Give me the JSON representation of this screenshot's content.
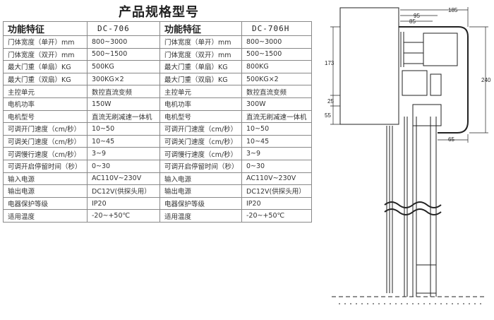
{
  "title": "产品规格型号",
  "headers": [
    "功能特征",
    "DC-706",
    "功能特征",
    "DC-706H"
  ],
  "rows": [
    [
      "门体宽度（单开）mm",
      "800~3000",
      "门体宽度（单开）mm",
      "800~3000"
    ],
    [
      "门体宽度（双开）mm",
      "500~1500",
      "门体宽度（双开）mm",
      "500~1500"
    ],
    [
      "最大门重（单扇）KG",
      "500KG",
      "最大门重（单扇）KG",
      "800KG"
    ],
    [
      "最大门重（双扇）KG",
      "300KG×2",
      "最大门重（双扇）KG",
      "500KG×2"
    ],
    [
      "主控单元",
      "数控直流变频",
      "主控单元",
      "数控直流变频"
    ],
    [
      "电机功率",
      "150W",
      "电机功率",
      "300W"
    ],
    [
      "电机型号",
      "直流无刷减速一体机",
      "电机型号",
      "直流无刷减速一体机"
    ],
    [
      "可调开门速度（cm/秒）",
      "10~50",
      "可调开门速度（cm/秒）",
      "10~50"
    ],
    [
      "可调关门速度（cm/秒）",
      "10~45",
      "可调关门速度（cm/秒）",
      "10~45"
    ],
    [
      "可调慢行速度（cm/秒）",
      "3~9",
      "可调慢行速度（cm/秒）",
      "3~9"
    ],
    [
      "可调开启停留时间（秒）",
      "0~30",
      "可调开启停留时间（秒）",
      "0~30"
    ],
    [
      "输入电源",
      "AC110V~230V",
      "输入电源",
      "AC110V~230V"
    ],
    [
      "输出电源",
      "DC12V(供探头用）",
      "输出电源",
      "DC12V(供探头用）"
    ],
    [
      "电器保护等级",
      "IP20",
      "电器保护等级",
      "IP20"
    ],
    [
      "适用温度",
      "-20~+50℃",
      "适用温度",
      "-20~+50℃"
    ]
  ],
  "drawing": {
    "dims": [
      "185",
      "95",
      "85",
      "173",
      "240",
      "25",
      "55",
      "65"
    ]
  }
}
